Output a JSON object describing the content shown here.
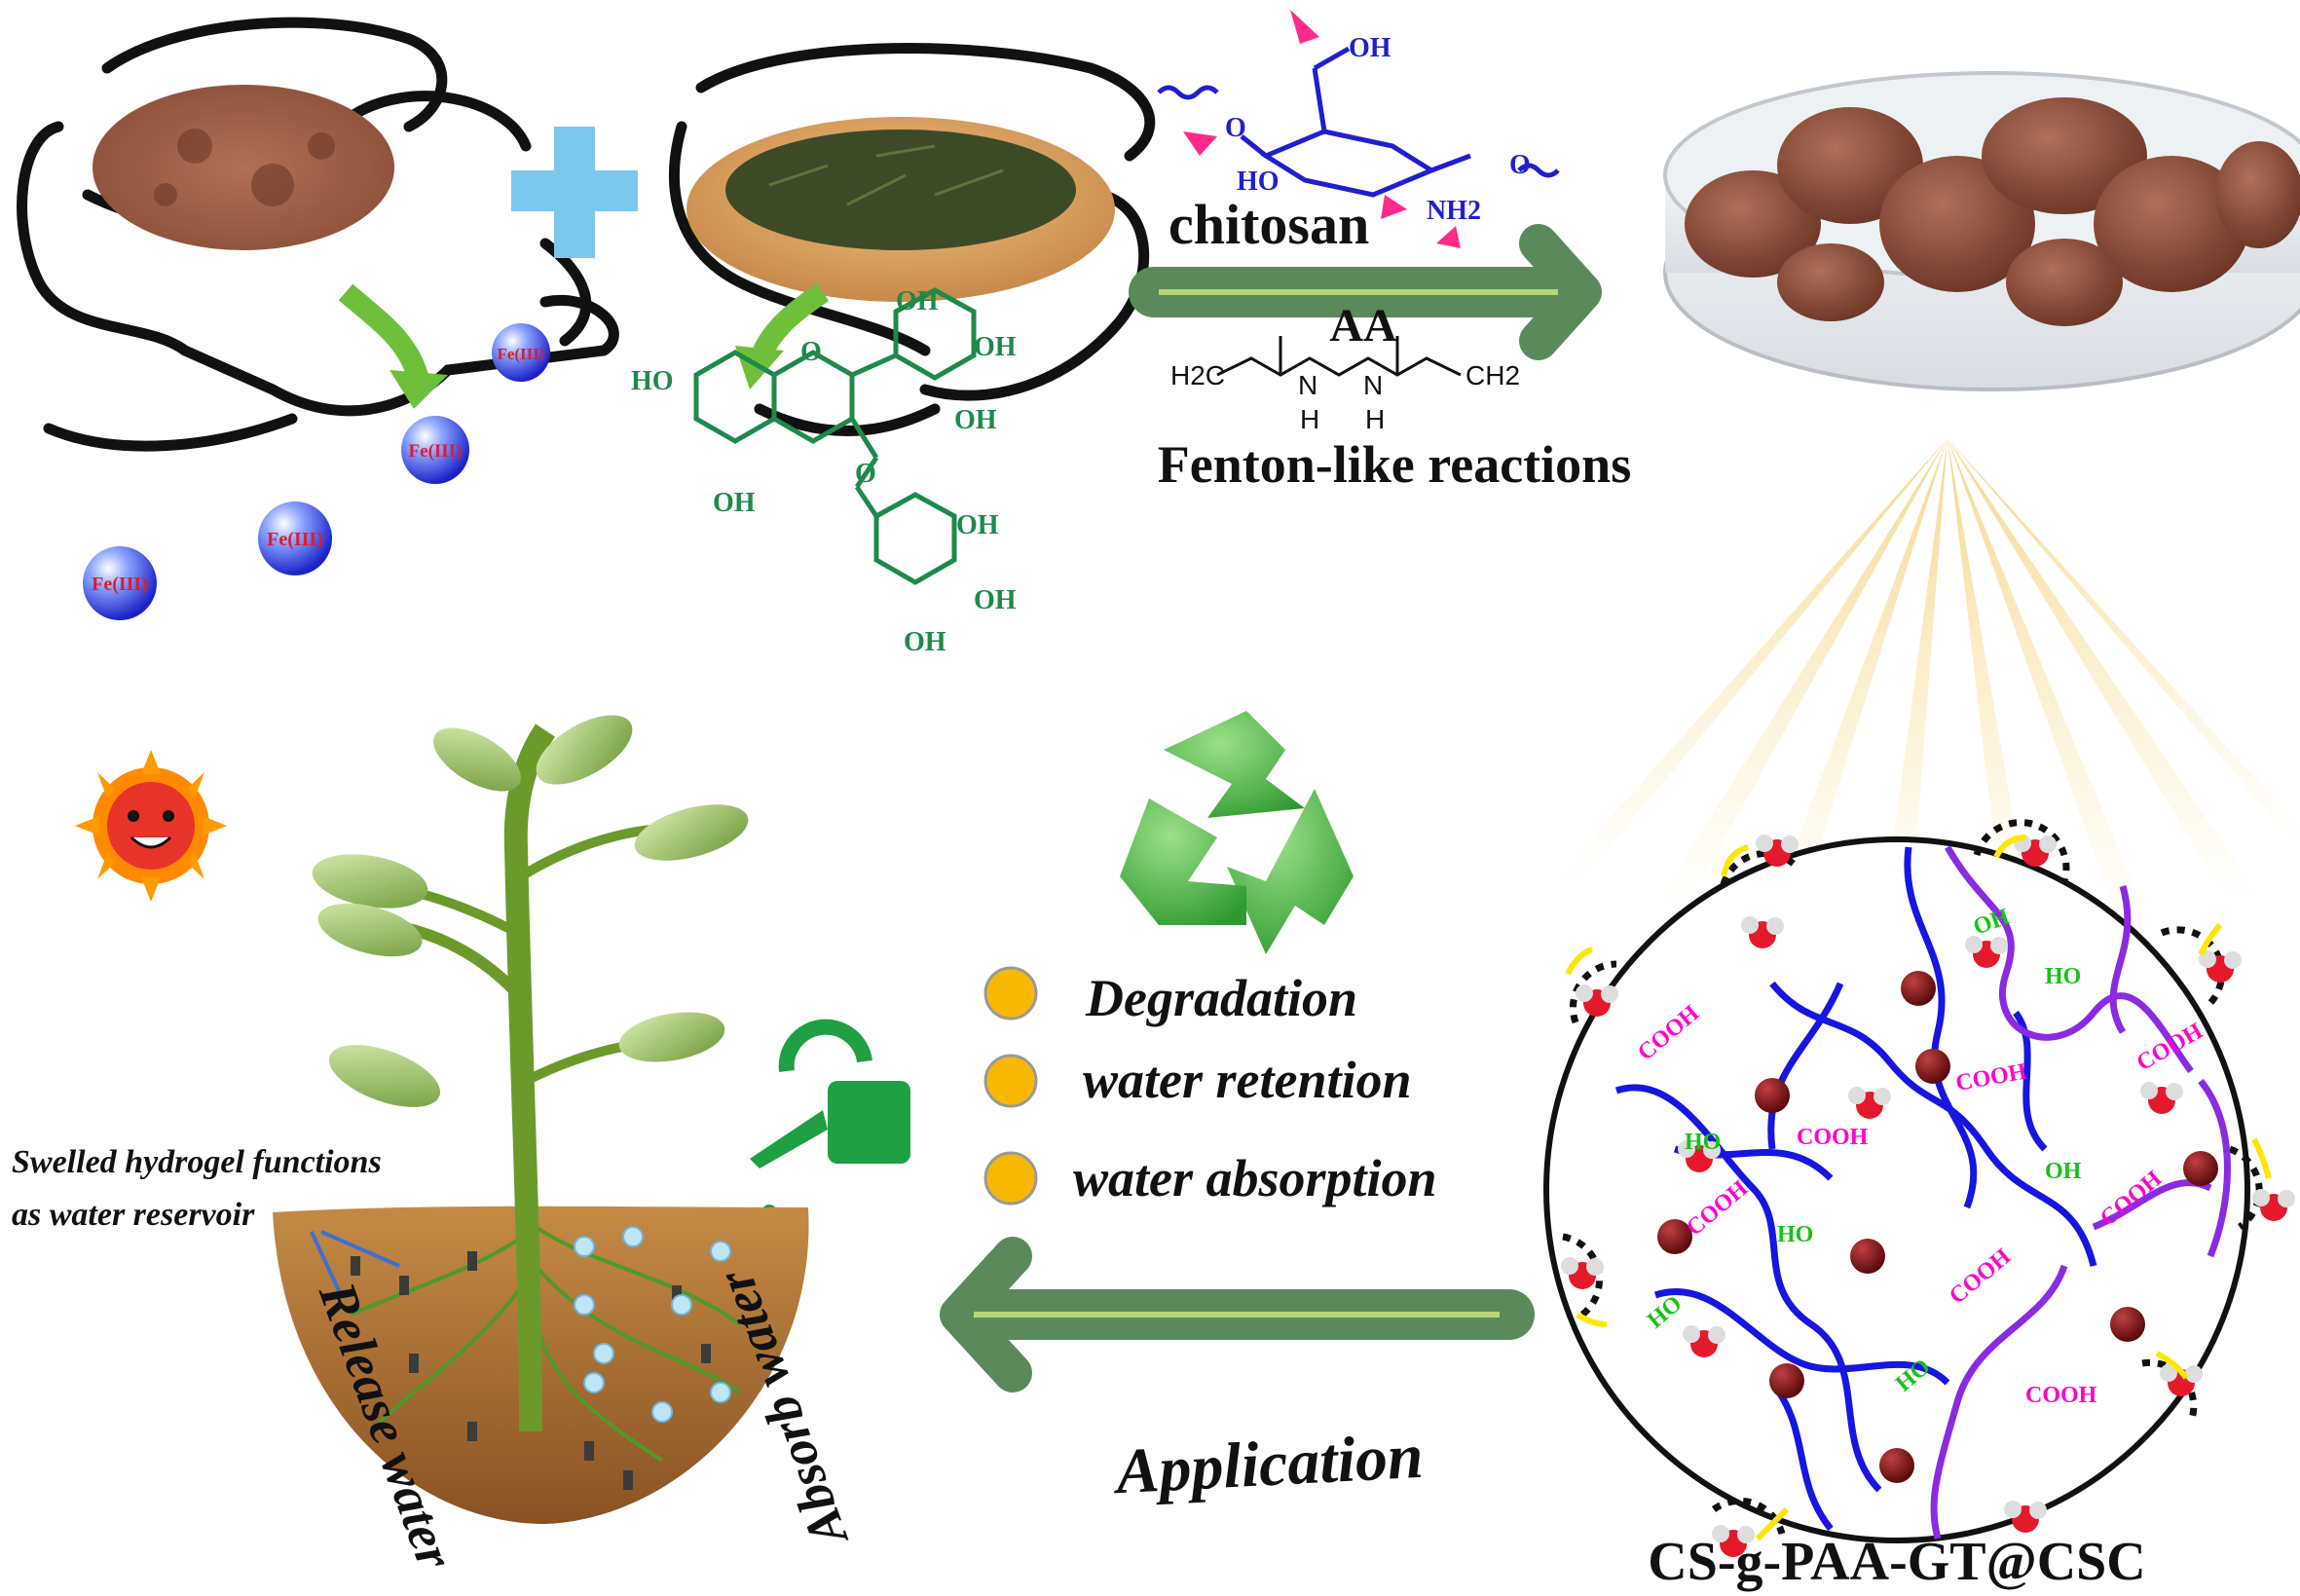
{
  "top": {
    "iron_ion": "Fe(III)",
    "reagents": {
      "chitosan": "chitosan",
      "monomer": "AA",
      "reaction": "Fenton-like reactions"
    },
    "chitosan_groups": {
      "oh": "OH",
      "ho": "HO",
      "o_left": "O",
      "o_right": "O",
      "nh2": "NH2"
    },
    "catechin_groups": {
      "oh": "OH",
      "ho": "HO",
      "o": "O"
    },
    "crosslinker": {
      "left": "H2C",
      "right": "CH2",
      "n": "N",
      "h": "H"
    }
  },
  "network": {
    "product_name": "CS-g-PAA-GT@CSC",
    "cooh": "COOH",
    "oh": "OH",
    "ho": "HO"
  },
  "bottom": {
    "properties": [
      "Degradation",
      "water retention",
      "water absorption"
    ],
    "reservoir_note_1": "Swelled hydrogel functions",
    "reservoir_note_2": "as water reservoir",
    "release": "Release water",
    "absorb": "Absorb water",
    "application": "Application"
  },
  "colors": {
    "arrow_green": "#5a8a5a",
    "chem_green": "#1e8a4a",
    "chem_blue": "#1f1fd0",
    "iron_red": "#e4192b",
    "pink": "#ff00cc",
    "soil": "#b07a3c"
  }
}
